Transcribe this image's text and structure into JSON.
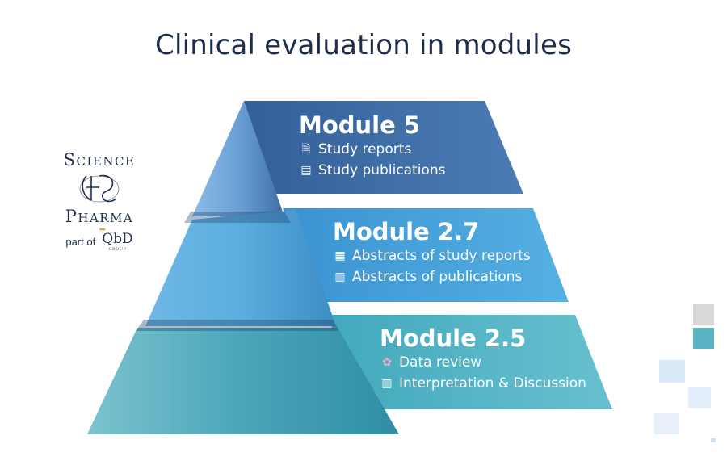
{
  "title": "Clinical evaluation in modules",
  "logo": {
    "line1": "Science",
    "line2": "Pharma",
    "part_of": "part of",
    "partner": "QbD",
    "partner_sub": "GROUP"
  },
  "modules": [
    {
      "heading": "Module 5",
      "items": [
        {
          "icon": "document-icon",
          "text": "Study reports"
        },
        {
          "icon": "books-icon",
          "text": "Study publications"
        }
      ]
    },
    {
      "heading": "Module 2.7",
      "items": [
        {
          "icon": "report-icon",
          "text": "Abstracts of study reports"
        },
        {
          "icon": "scroll-icon",
          "text": "Abstracts of publications"
        }
      ]
    },
    {
      "heading": "Module 2.5",
      "items": [
        {
          "icon": "brain-icon",
          "text": "Data review"
        },
        {
          "icon": "bar-chart-icon",
          "text": "Interpretation & Discussion"
        }
      ]
    }
  ],
  "colors": {
    "title": "#1e2e4a",
    "band_top": "#3f6fa8",
    "band_mid": "#3f9fd8",
    "band_bottom": "#4db3c7",
    "pyramid_top": "#6aa0d6",
    "pyramid_mid": "#5aaedf",
    "pyramid_bottom": "#4aa5b9"
  }
}
